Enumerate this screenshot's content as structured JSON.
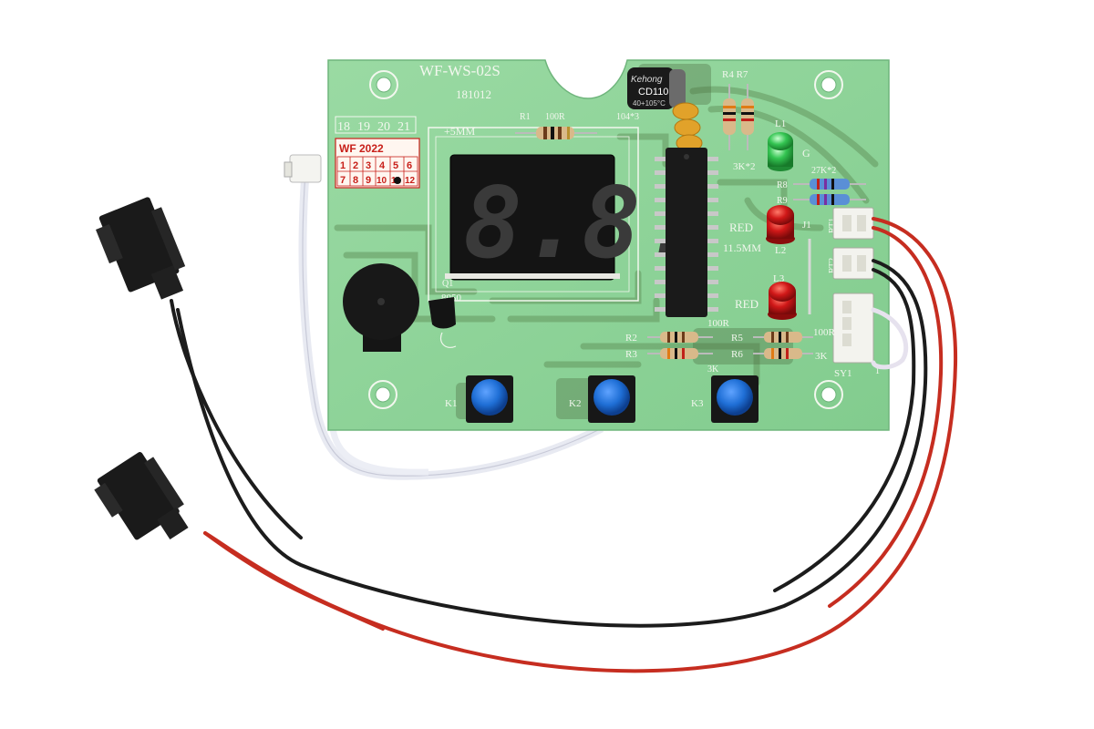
{
  "pcb": {
    "model": "WF-WS-02S",
    "date_code": "181012",
    "week_digits": [
      "18",
      "19",
      "20",
      "21"
    ],
    "sticker": {
      "title": "WF 2022",
      "row1": [
        "1",
        "2",
        "3",
        "4",
        "5",
        "6"
      ],
      "row2": [
        "7",
        "8",
        "9",
        "10",
        "11",
        "12"
      ]
    },
    "display_label": "+5MM",
    "display_digits": "8.8.",
    "resistors": {
      "r1": "R1",
      "r1_value": "100R",
      "r2": "R2",
      "r3": "R3",
      "r4r7": "R4 R7",
      "r4r7_value": "3K*2",
      "r5": "R5",
      "r6": "R6",
      "r5r6_value": "100R",
      "r6_value": "3K",
      "r8": "R8",
      "r9": "R9",
      "r8r9_value": "27K*2",
      "r2_value": "100R"
    },
    "cap_top_label": "104*3",
    "capacitor": {
      "brand": "Kehong",
      "model": "CD110",
      "rating": "40+105°C"
    },
    "leds": {
      "l1": "L1",
      "l1_color": "G",
      "l2": "L2",
      "l2_color": "RED",
      "l3": "L3",
      "l3_color": "RED",
      "size": "11.5MM"
    },
    "jumper": "J1",
    "transistor": {
      "ref": "Q1",
      "part": "8050"
    },
    "connectors": {
      "rt1": "RT1",
      "rt2": "RT2",
      "sy1": "SY1",
      "sy1_pin": "1"
    },
    "buttons": [
      {
        "ref": "K1"
      },
      {
        "ref": "K2"
      },
      {
        "ref": "K3"
      }
    ],
    "k3_value": "3K"
  },
  "colors": {
    "board": "#8fd49a",
    "wire_red": "#c62d20",
    "wire_black": "#1c1c1c",
    "button_blue": "#1f6fd6",
    "led_red": "#d01818",
    "led_green": "#2bbf4a"
  }
}
